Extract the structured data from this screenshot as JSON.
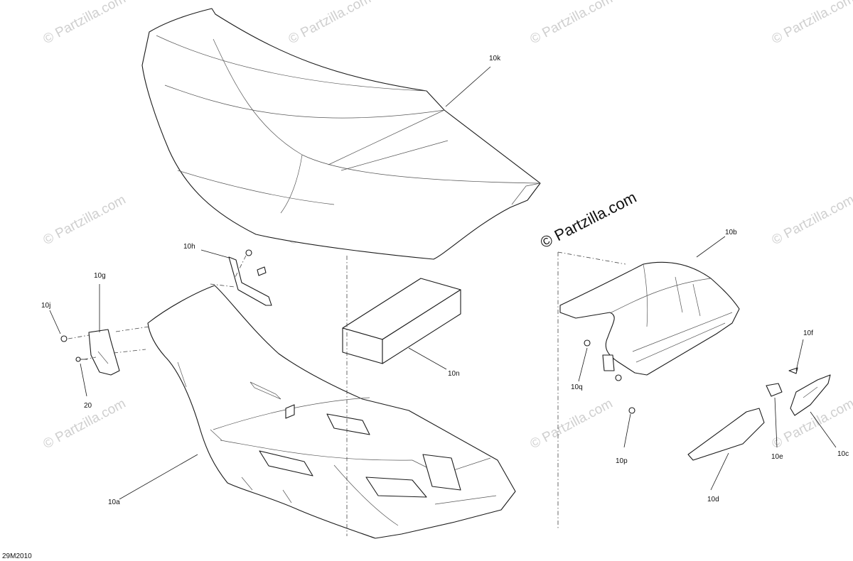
{
  "diagram": {
    "callouts": {
      "10a": "10a",
      "10b": "10b",
      "10c": "10c",
      "10d": "10d",
      "10e": "10e",
      "10f": "10f",
      "10g": "10g",
      "10h": "10h",
      "10j": "10j",
      "10k": "10k",
      "10n": "10n",
      "10p": "10p",
      "10q": "10q",
      "20": "20"
    },
    "figure_code": "29M2010"
  },
  "watermark": {
    "text": "© Partzilla.com",
    "main_text": "© Partzilla.com"
  }
}
